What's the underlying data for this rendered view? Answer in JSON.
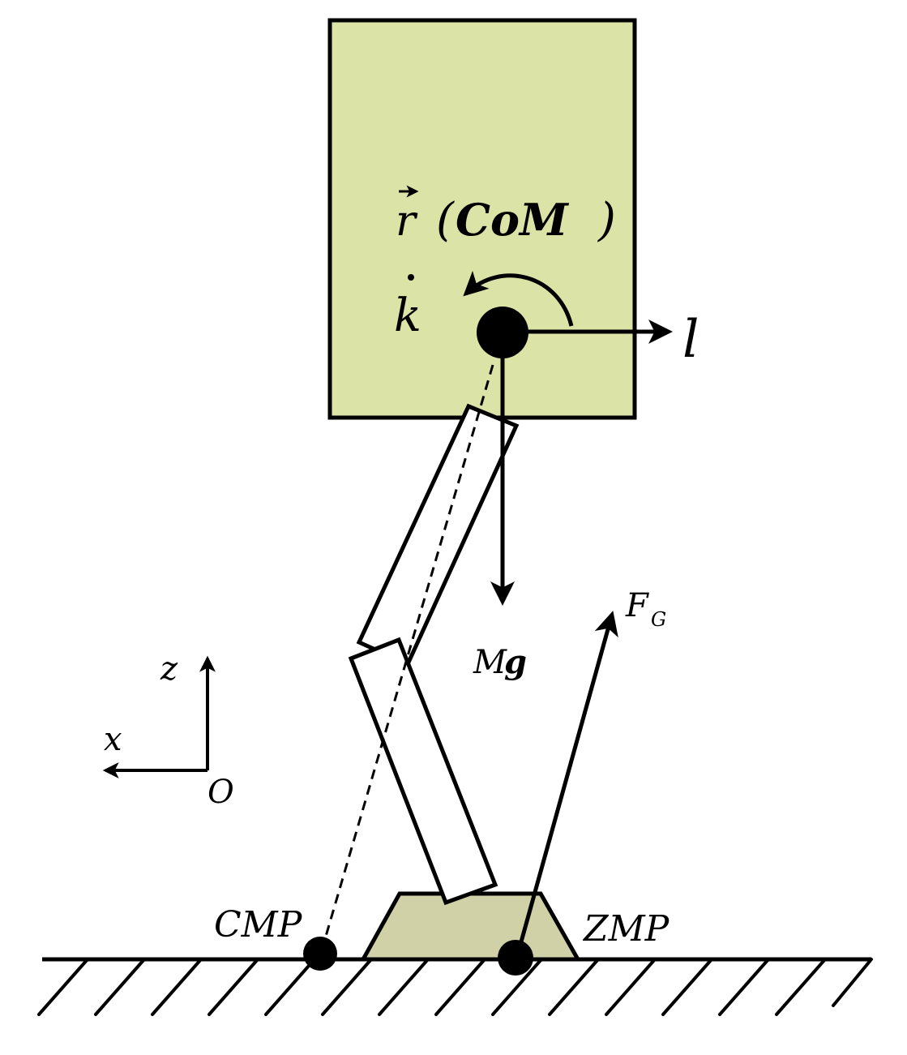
{
  "labels": {
    "com_vector": "r",
    "com_text": "CoM",
    "com_paren_open": "(",
    "com_paren_close": ")",
    "k_dot": "k",
    "i_label": "l",
    "gravity_m": "M",
    "gravity_g": "g",
    "force_f": "F",
    "force_sub": "G",
    "axis_z": "z",
    "axis_x": "x",
    "origin": "O",
    "cmp": "CMP",
    "zmp": "ZMP"
  },
  "colors": {
    "torso_fill": "#dce3a6",
    "foot_fill": "#d1d1a8",
    "stroke": "#000000"
  }
}
